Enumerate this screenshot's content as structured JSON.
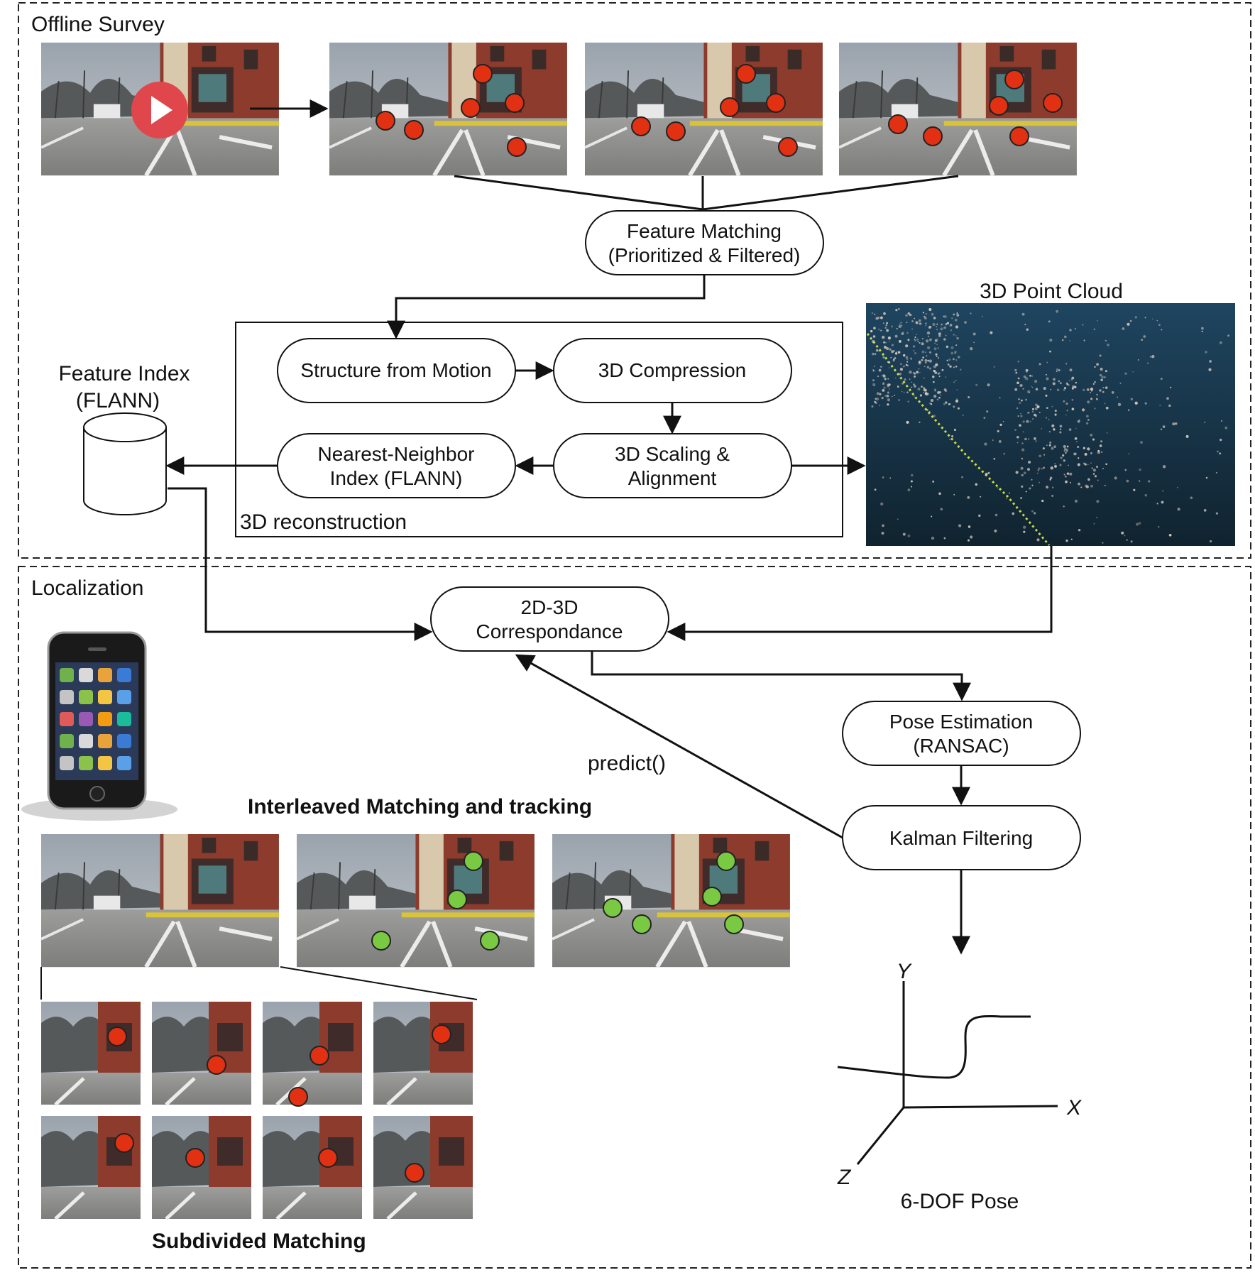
{
  "sections": {
    "offline_survey": "Offline Survey",
    "localization": "Localization"
  },
  "labels": {
    "reconstruction": "3D reconstruction",
    "feature_index": "Feature Index",
    "feature_index_sub": "(FLANN)",
    "point_cloud": "3D Point Cloud",
    "predict": "predict()",
    "interleaved": "Interleaved Matching and tracking",
    "subdivided": "Subdivided  Matching",
    "pose": "6-DOF Pose",
    "axis_x": "X",
    "axis_y": "Y",
    "axis_z": "Z"
  },
  "nodes": {
    "feature_matching": [
      "Feature Matching",
      "(Prioritized & Filtered)"
    ],
    "sfm": [
      "Structure from Motion"
    ],
    "compression": [
      "3D Compression"
    ],
    "nn_index": [
      "Nearest-Neighbor",
      "Index (FLANN)"
    ],
    "scaling": [
      "3D Scaling &",
      "Alignment"
    ],
    "correspondence": [
      "2D-3D",
      "Correspondance"
    ],
    "pose_est": [
      "Pose Estimation",
      "(RANSAC)"
    ],
    "kalman": [
      "Kalman Filtering"
    ]
  },
  "colors": {
    "feature_dot": "#e23012",
    "tracked_dot": "#7ac943",
    "play_button": "#e0474c",
    "point_cloud_bg": "#173246"
  },
  "icons": {
    "play": "play-icon",
    "database": "database-icon",
    "phone": "smartphone-icon"
  }
}
